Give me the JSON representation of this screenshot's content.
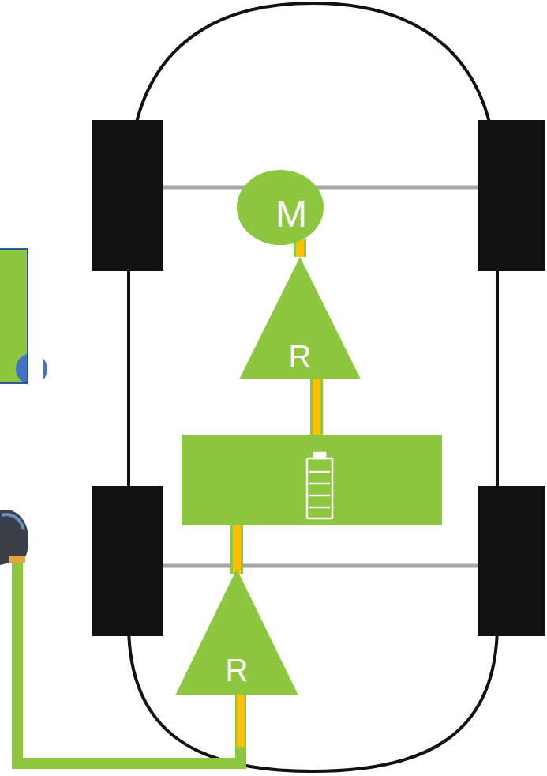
{
  "diagram": {
    "nodes": [
      {
        "text": [
          "M"
        ]
      },
      {
        "text": [
          "R"
        ]
      },
      {
        "text": [
          "R"
        ]
      }
    ],
    "edges": [
      {
        "from": 1,
        "to": 0,
        "arrow": "none"
      }
    ]
  }
}
